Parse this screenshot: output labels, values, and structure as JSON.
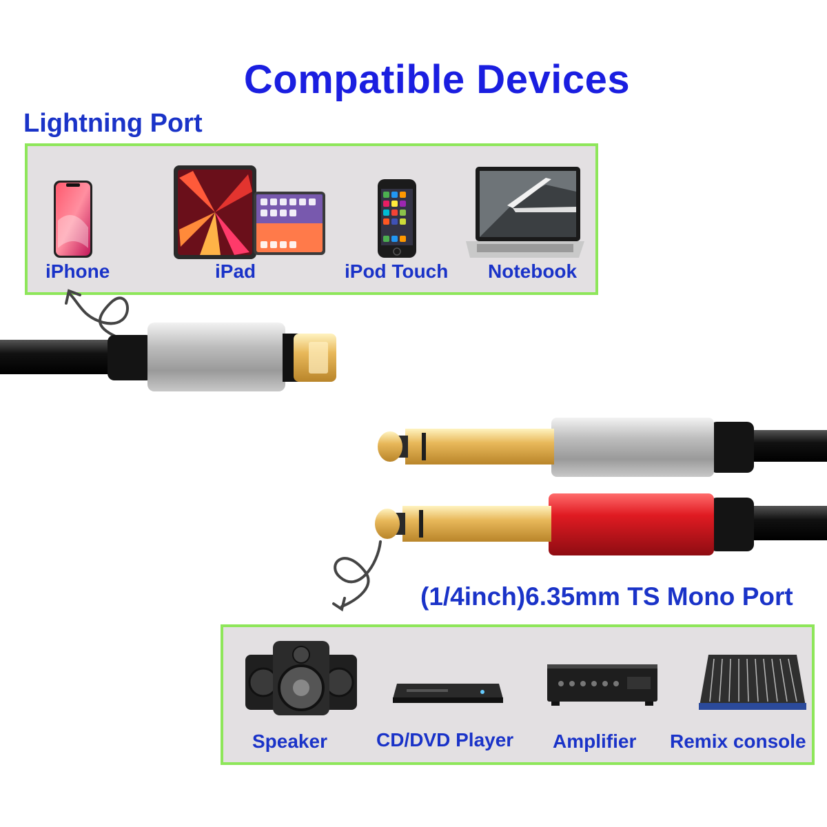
{
  "title": "Compatible Devices",
  "lightning": {
    "label": "Lightning Port",
    "devices": [
      {
        "name": "iPhone",
        "icon": "iphone-icon"
      },
      {
        "name": "iPad",
        "icon": "ipad-icon"
      },
      {
        "name": "iPod Touch",
        "icon": "ipod-touch-icon"
      },
      {
        "name": "Notebook",
        "icon": "notebook-icon"
      }
    ]
  },
  "mono": {
    "label": "(1/4inch)6.35mm TS Mono Port",
    "devices": [
      {
        "name": "Speaker",
        "icon": "speaker-icon"
      },
      {
        "name": "CD/DVD Player",
        "icon": "dvd-player-icon"
      },
      {
        "name": "Amplifier",
        "icon": "amplifier-icon"
      },
      {
        "name": "Remix console",
        "icon": "mixing-console-icon"
      }
    ]
  },
  "colors": {
    "title": "#1a1ee0",
    "label": "#1a33c8",
    "panel_border": "#8ee65a",
    "panel_bg": "#e3e0e2",
    "plug_red": "#d8141a",
    "plug_silver": "#d9d9d9"
  }
}
